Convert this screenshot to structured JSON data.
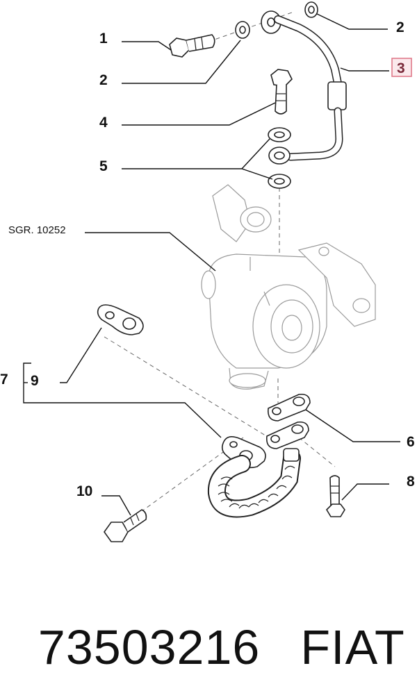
{
  "callouts": [
    {
      "id": "c1",
      "text": "1"
    },
    {
      "id": "c2a",
      "text": "2"
    },
    {
      "id": "c2b",
      "text": "2"
    },
    {
      "id": "c3",
      "text": "3"
    },
    {
      "id": "c4",
      "text": "4"
    },
    {
      "id": "c5",
      "text": "5"
    },
    {
      "id": "c6",
      "text": "6"
    },
    {
      "id": "c7",
      "text": "7"
    },
    {
      "id": "c8",
      "text": "8"
    },
    {
      "id": "c9",
      "text": "9"
    },
    {
      "id": "c10",
      "text": "10"
    }
  ],
  "assembly_ref": "SGR. 10252",
  "highlight_color": "#e07a8a",
  "footer": {
    "part_number": "73503216",
    "brand": "FIAT"
  }
}
